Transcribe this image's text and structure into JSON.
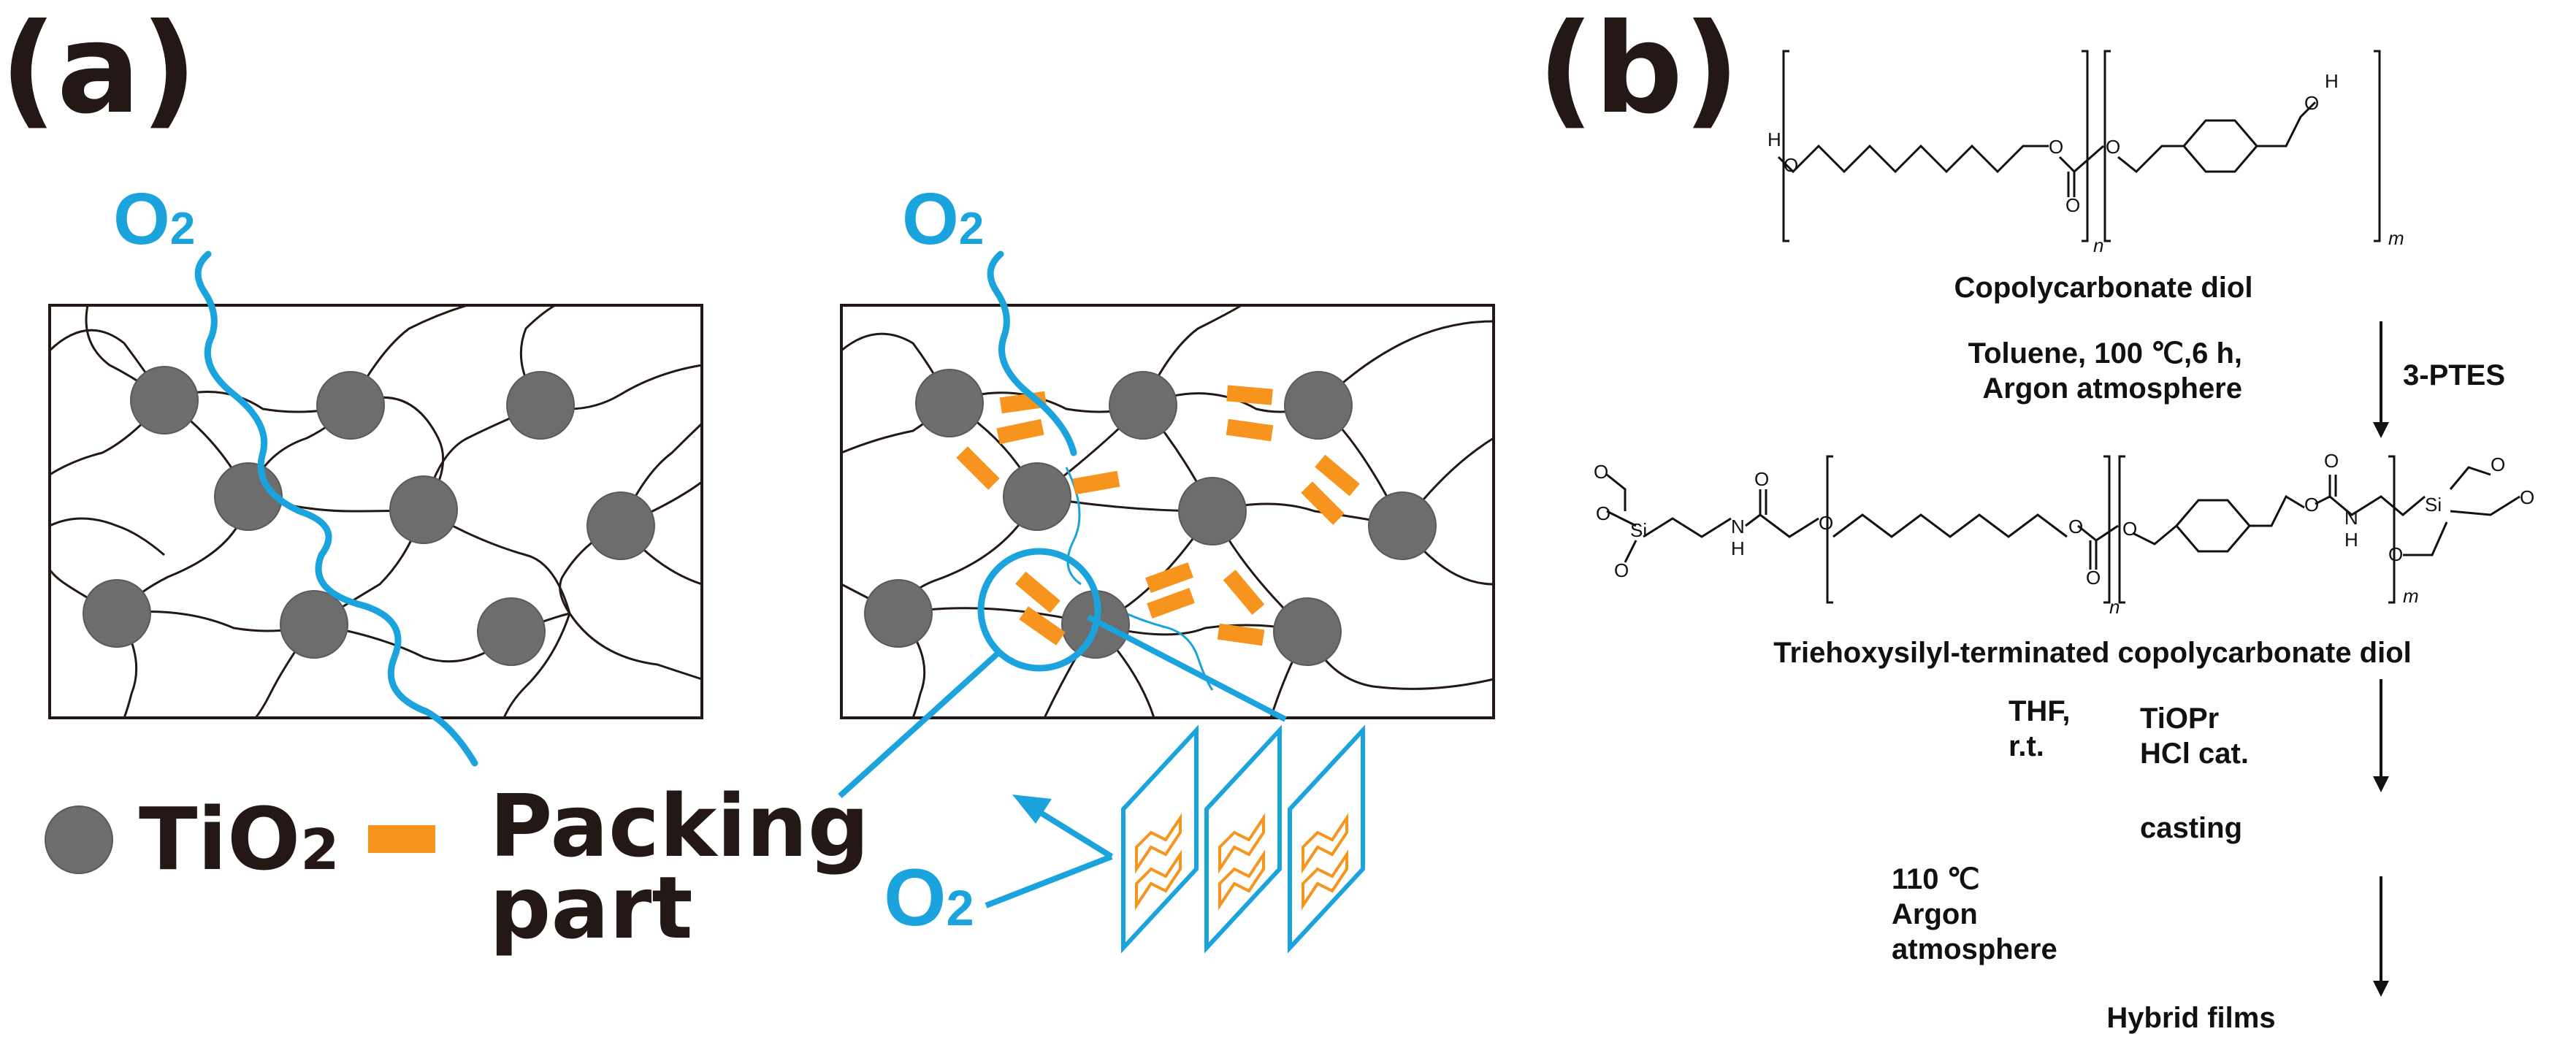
{
  "panel_a": {
    "label": "(a)",
    "o2_left": "O",
    "o2_left_sub": "2",
    "o2_right": "O",
    "o2_right_sub": "2",
    "o2_bottom": "O",
    "o2_bottom_sub": "2",
    "legend": {
      "tio2_text": "TiO",
      "tio2_sub": "2",
      "packing_text": "Packing\npart",
      "tio2_color": "#6d6d6d",
      "packing_color": "#f7941d",
      "oxygen_color": "#1aa3dd"
    }
  },
  "panel_b": {
    "label": "(b)",
    "structure1_name": "Copolycarbonate diol",
    "structure2_name": "Triehoxysilyl-terminated copolycarbonate diol",
    "step1_left": "Toluene, 100 ℃,6 h,\nArgon atmosphere",
    "step1_right": "3-PTES",
    "step2_left": "THF,\nr.t.",
    "step2_right": "TiOPr\nHCl cat.",
    "step3_product": "casting",
    "step4_left": "110 ℃\nArgon\natmosphere",
    "final_product": "Hybrid films",
    "atoms": {
      "H": "H",
      "O": "O",
      "Si": "Si",
      "N": "N",
      "n": "n",
      "m": "m"
    }
  }
}
